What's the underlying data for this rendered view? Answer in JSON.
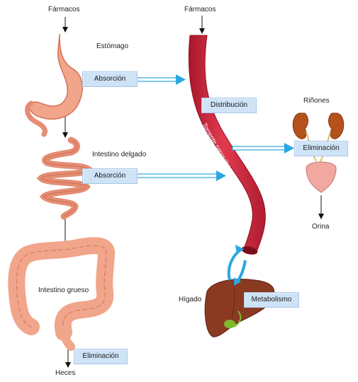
{
  "labels": {
    "farmacos_left": "Fármacos",
    "farmacos_top": "Fármacos",
    "estomago": "Estómago",
    "intestino_delgado": "Intestino delgado",
    "intestino_grueso": "Intestino grueso",
    "heces": "Heces",
    "rinones": "Riñones",
    "orina": "Orina",
    "higado": "Hígado",
    "torrente": "Torrente sanguíneo"
  },
  "boxes": {
    "absorcion_1": "Absorción",
    "absorcion_2": "Absorción",
    "distribucion": "Distribución",
    "eliminacion_renal": "Eliminación",
    "eliminacion_fecal": "Eliminación",
    "metabolismo": "Metabolismo"
  },
  "colors": {
    "box_fill": "#cfe3f7",
    "arrow_blue": "#2aa7e0",
    "vessel_red": "#d8293e",
    "organ_pink": "#f1a58a",
    "liver_brown": "#8b3a22",
    "kidney_brown": "#b5521c",
    "gallbladder_green": "#7dbb2b"
  }
}
